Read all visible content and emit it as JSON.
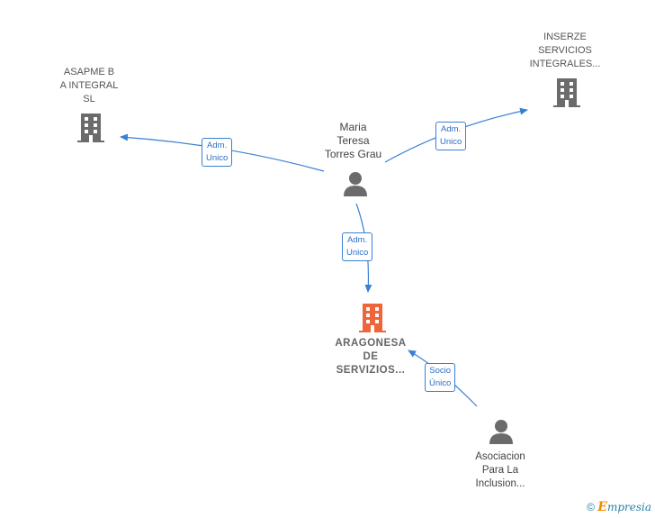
{
  "nodes": {
    "asapme": {
      "lines": [
        "ASAPME B",
        "A INTEGRAL",
        "SL"
      ],
      "icon": "building-icon",
      "color": "#6b6b6b"
    },
    "inserze": {
      "lines": [
        "INSERZE",
        "SERVICIOS",
        "INTEGRALES..."
      ],
      "icon": "building-icon",
      "color": "#6b6b6b"
    },
    "maria": {
      "lines": [
        "Maria",
        "Teresa",
        "Torres Grau"
      ],
      "icon": "person-icon",
      "color": "#6b6b6b"
    },
    "aragonesa": {
      "lines": [
        "ARAGONESA",
        "DE",
        "SERVIZIOS..."
      ],
      "icon": "building-icon",
      "color": "#f0643a"
    },
    "asociacion": {
      "lines": [
        "Asociacion",
        "Para La",
        "Inclusion..."
      ],
      "icon": "person-icon",
      "color": "#6b6b6b"
    }
  },
  "edges": {
    "maria_asapme": {
      "lines": [
        "Adm.",
        "Unico"
      ]
    },
    "maria_inserze": {
      "lines": [
        "Adm.",
        "Unico"
      ]
    },
    "maria_aragonesa": {
      "lines": [
        "Adm.",
        "Unico"
      ]
    },
    "asociacion_aragonesa": {
      "lines": [
        "Socio",
        "Único"
      ]
    }
  },
  "footer": {
    "copyright": "©",
    "brand_initial": "E",
    "brand_rest": "mpresia"
  },
  "colors": {
    "edge": "#3a7fd5"
  }
}
